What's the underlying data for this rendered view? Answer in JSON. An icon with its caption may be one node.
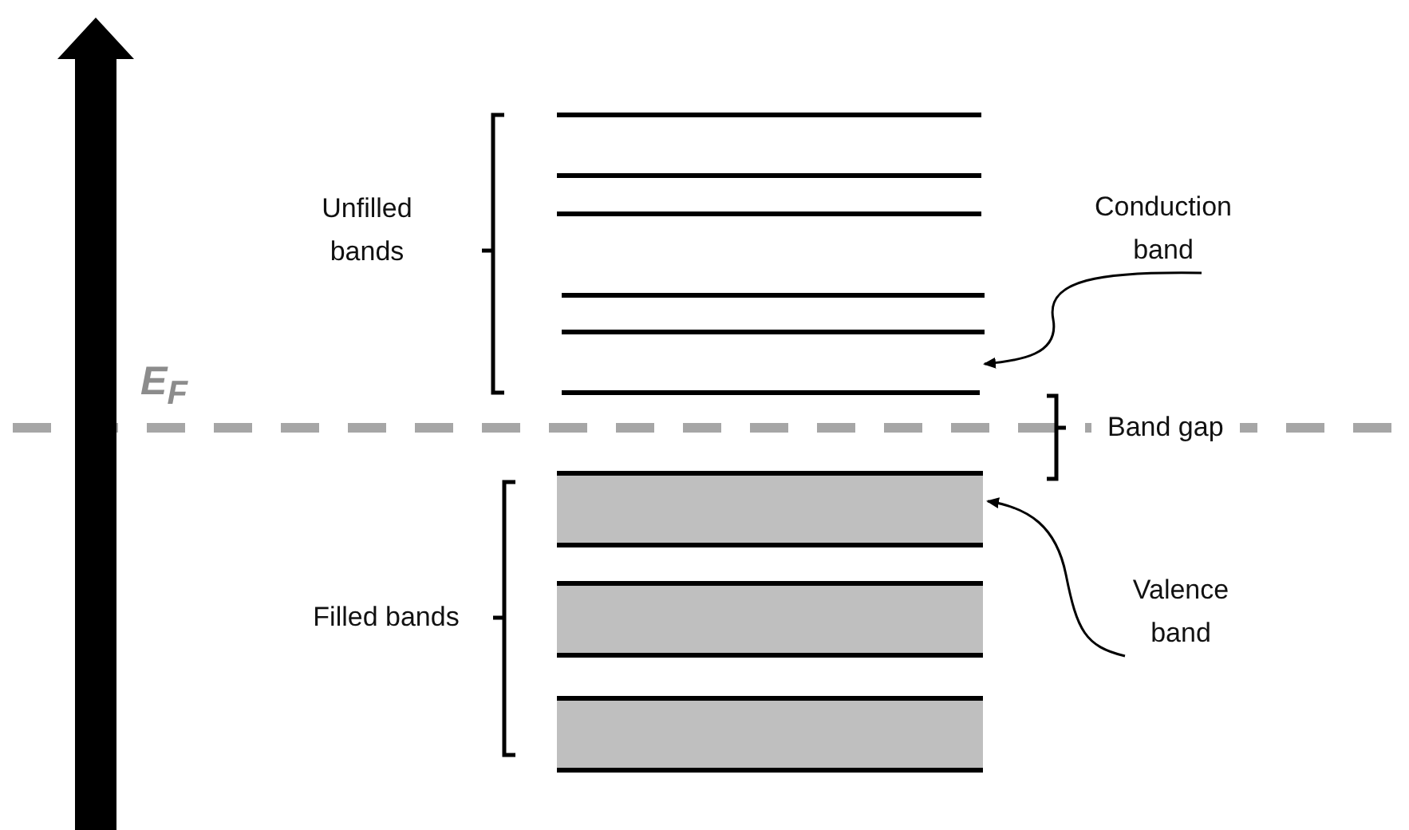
{
  "diagram": {
    "nodes": [
      {
        "text": [
          "Conduction band"
        ]
      },
      {
        "text": [
          "Valence band"
        ]
      },
      {
        "text": [],
        "shape": "bar"
      },
      {
        "text": [],
        "shape": "bar"
      },
      {
        "text": [],
        "shape": "bar"
      }
    ],
    "edges": [
      {
        "from": 0,
        "to": null,
        "arrow": "to"
      },
      {
        "from": 1,
        "to": 2,
        "arrow": "to"
      }
    ],
    "labels": [
      "Unfilled bands",
      "E$_{F}$",
      "Band gap",
      "Filled bands"
    ]
  }
}
